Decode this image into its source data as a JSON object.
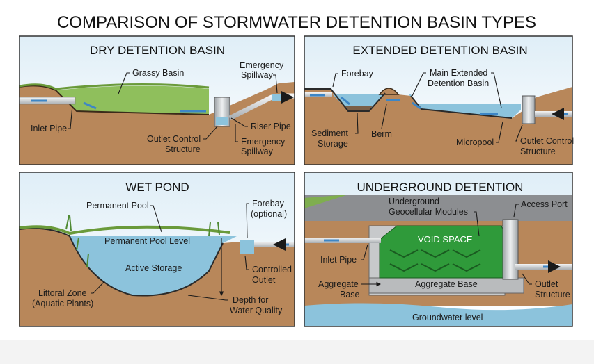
{
  "title": "COMPARISON OF STORMWATER DETENTION BASIN TYPES",
  "panels": {
    "dry": {
      "title": "DRY DETENTION BASIN",
      "grassy_basin": "Grassy Basin",
      "spillway_top": [
        "Emergency",
        "Spillway"
      ],
      "inlet_pipe": "Inlet Pipe",
      "outlet_control": [
        "Outlet Control",
        "Structure"
      ],
      "riser_pipe": "Riser Pipe",
      "spillway_bottom": [
        "Emergency",
        "Spillway"
      ]
    },
    "extended": {
      "title": "EXTENDED DETENTION BASIN",
      "forebay": "Forebay",
      "main_basin": [
        "Main Extended",
        "Detention Basin"
      ],
      "sediment": [
        "Sediment",
        "Storage"
      ],
      "berm": "Berm",
      "micropool": "Micropool",
      "outlet_control": [
        "Outlet Control",
        "Structure"
      ]
    },
    "wet": {
      "title": "WET POND",
      "permanent_pool": "Permanent Pool",
      "forebay": [
        "Forebay",
        "(optional)"
      ],
      "pool_level": "Permanent Pool Level",
      "active_storage": "Active Storage",
      "controlled_outlet": [
        "Controlled",
        "Outlet"
      ],
      "littoral": [
        "Littoral Zone",
        "(Aquatic Plants)"
      ],
      "depth": [
        "Depth for",
        "Water Quality"
      ]
    },
    "underground": {
      "title": "UNDERGROUND DETENTION",
      "modules": [
        "Underground",
        "Geocellular Modules"
      ],
      "access_port": "Access Port",
      "void_space": "VOID SPACE",
      "inlet_pipe": "Inlet Pipe",
      "aggregate_left": [
        "Aggregate",
        "Base"
      ],
      "aggregate_center": "Aggregate Base",
      "outlet_structure": [
        "Outlet",
        "Structure"
      ],
      "groundwater": "Groundwater level"
    }
  },
  "colors": {
    "soil": "#b8875a",
    "water": "#8cc3dc",
    "grass": "#7fae4f",
    "module": "#2f9a3a",
    "sky": "#eaf4fa"
  }
}
